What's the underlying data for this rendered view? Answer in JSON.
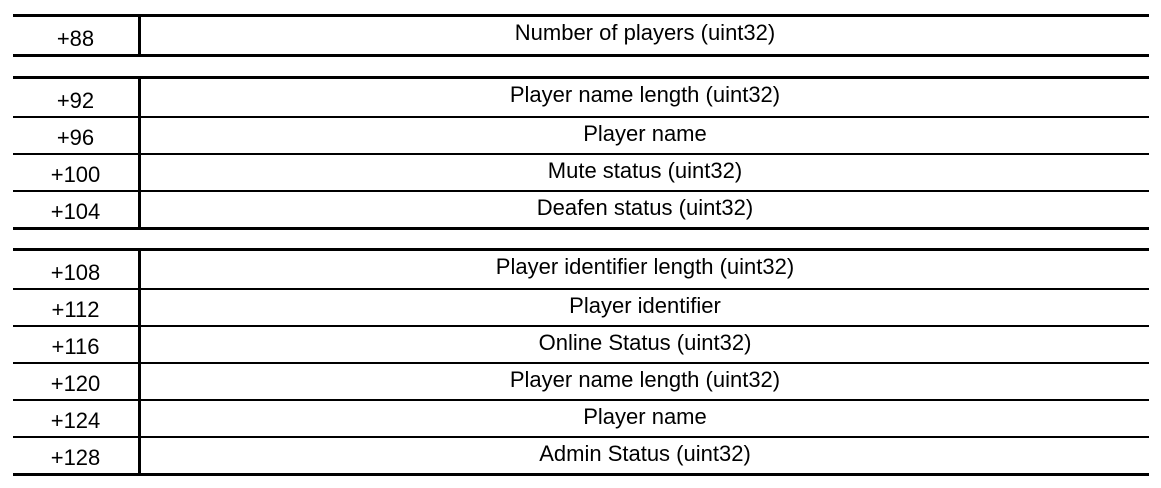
{
  "groups": [
    {
      "rows": [
        {
          "offset": "+88",
          "field": "Number of players (uint32)"
        }
      ]
    },
    {
      "rows": [
        {
          "offset": "+92",
          "field": "Player name length (uint32)"
        },
        {
          "offset": "+96",
          "field": "Player name"
        },
        {
          "offset": "+100",
          "field": "Mute status (uint32)"
        },
        {
          "offset": "+104",
          "field": "Deafen status (uint32)"
        }
      ]
    },
    {
      "rows": [
        {
          "offset": "+108",
          "field": "Player identifier length (uint32)"
        },
        {
          "offset": "+112",
          "field": "Player identifier"
        },
        {
          "offset": "+116",
          "field": "Online Status (uint32)"
        },
        {
          "offset": "+120",
          "field": "Player name length (uint32)"
        },
        {
          "offset": "+124",
          "field": "Player name"
        },
        {
          "offset": "+128",
          "field": "Admin Status (uint32)"
        }
      ]
    }
  ]
}
